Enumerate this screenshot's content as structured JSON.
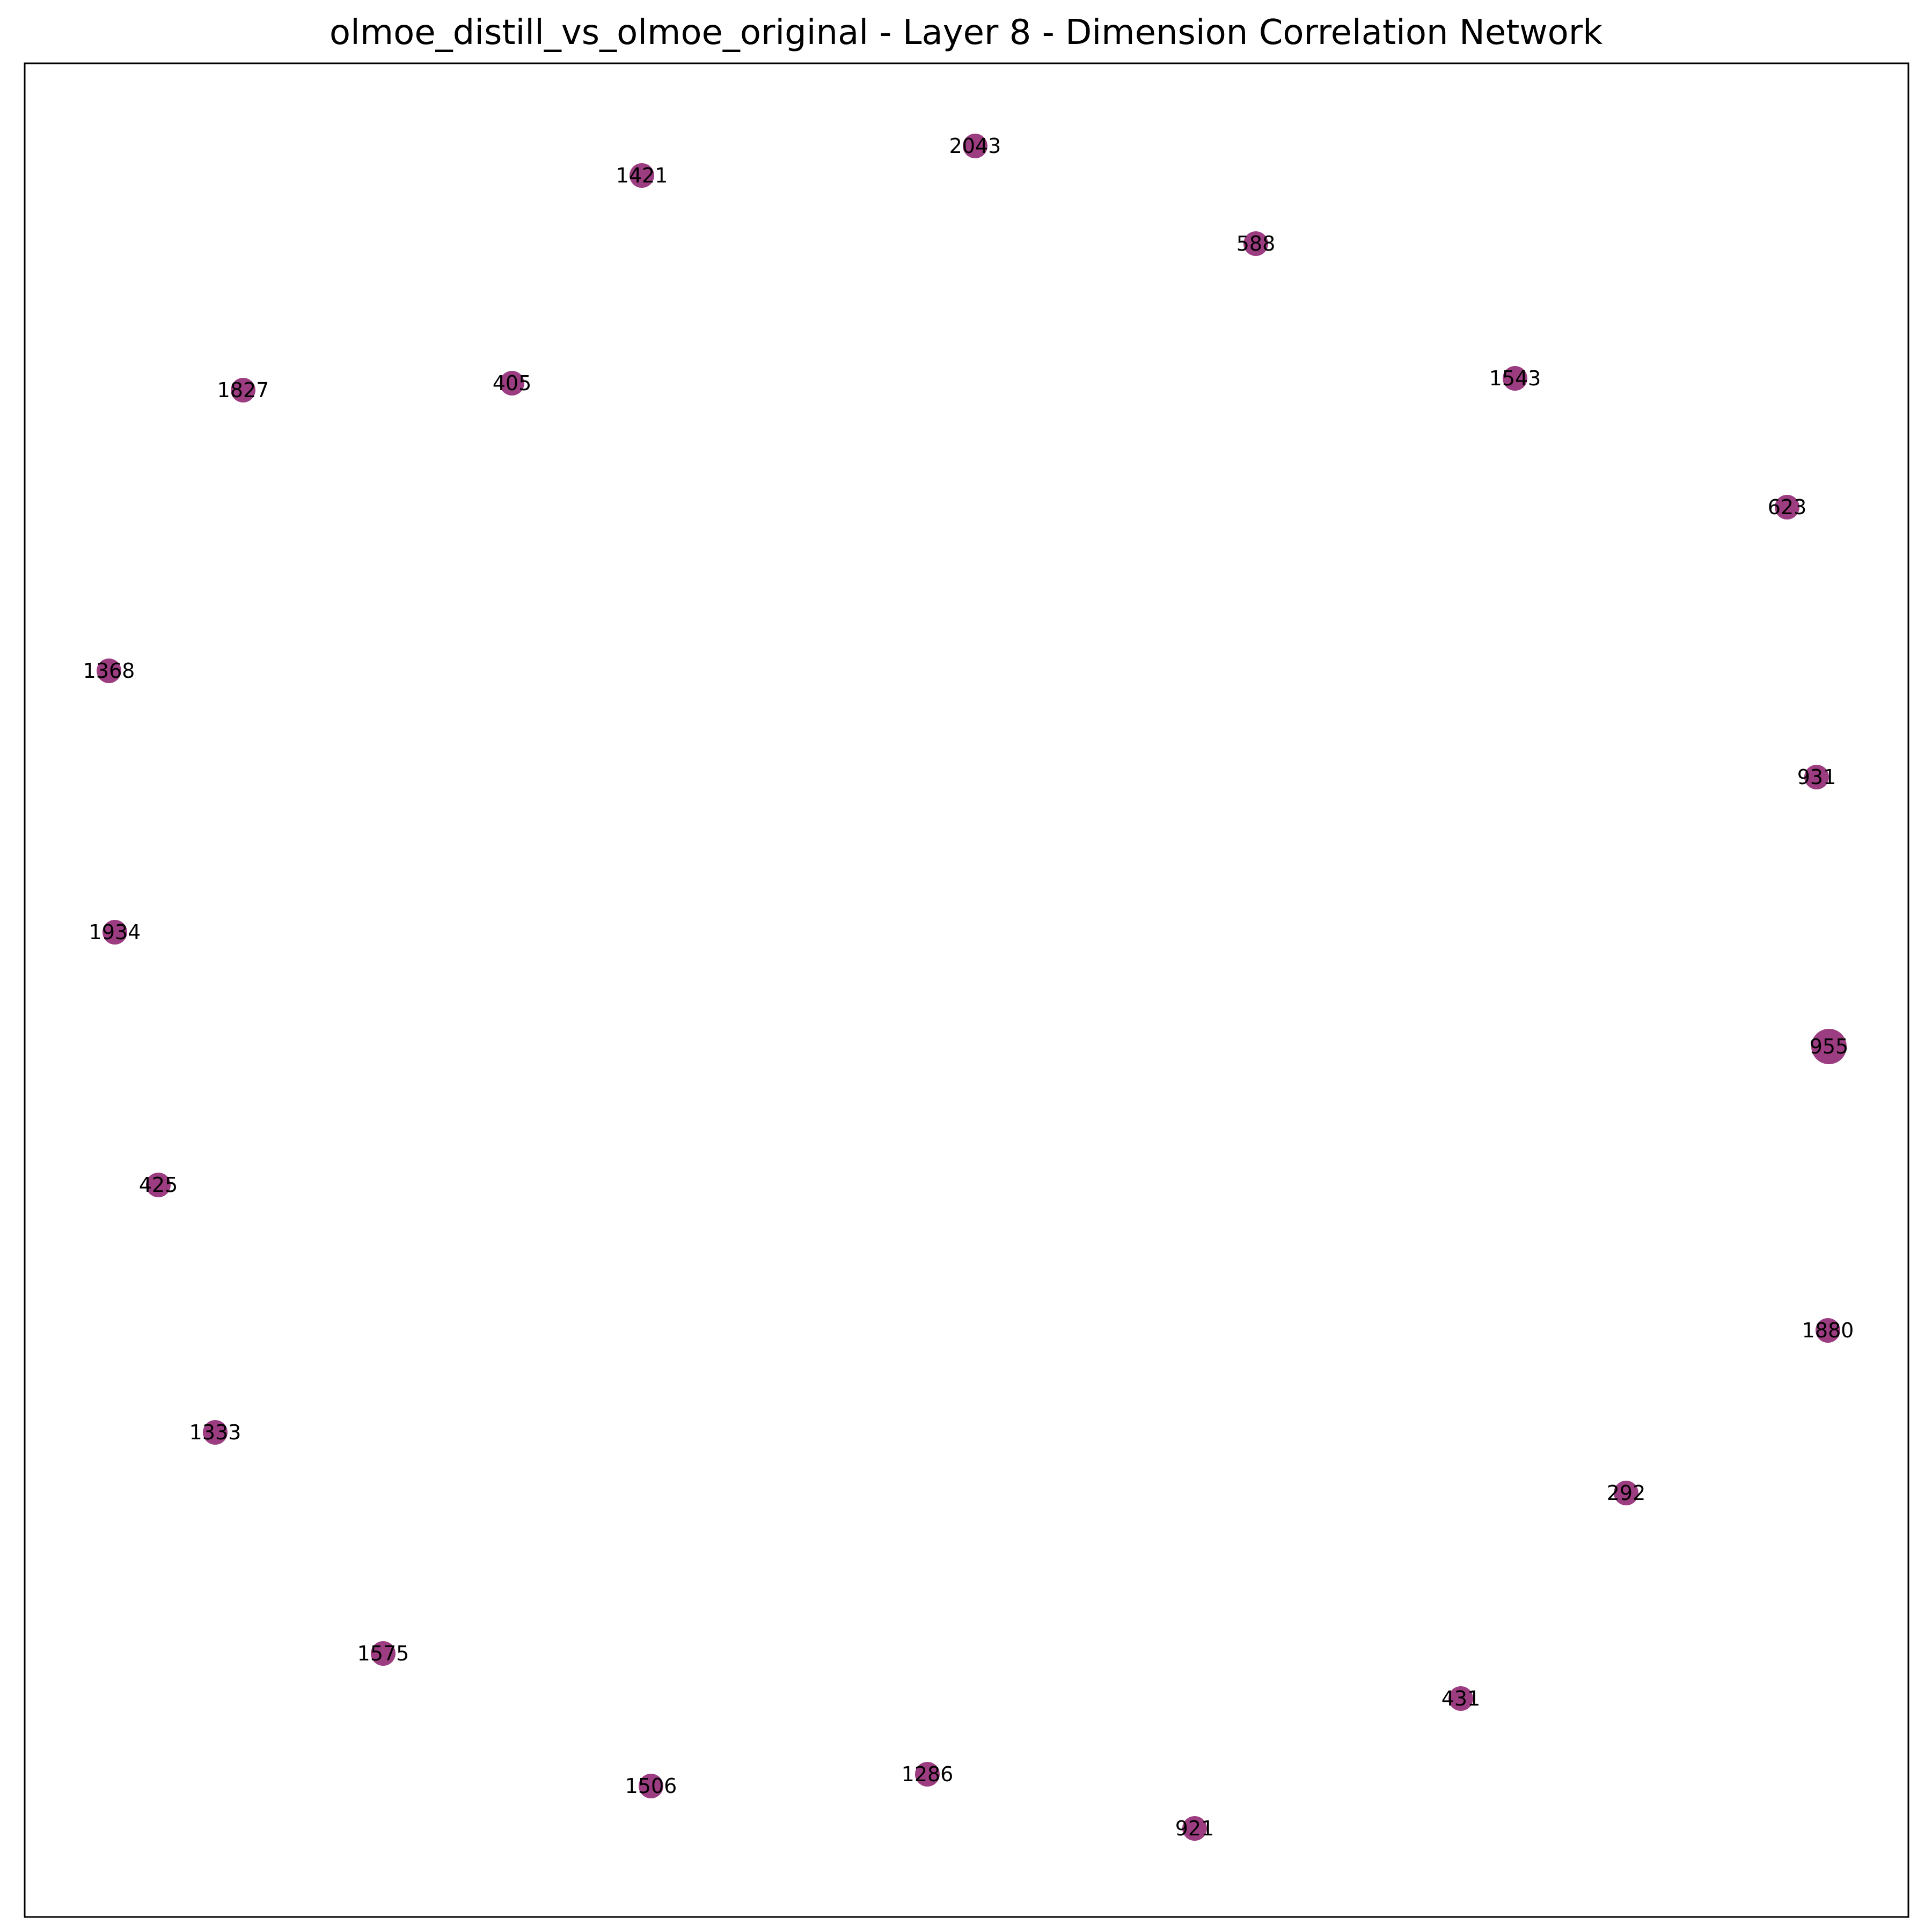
{
  "title": "olmoe_distill_vs_olmoe_original - Layer 8 - Dimension Correlation Network",
  "node_color": "#8b1a6b",
  "chart_data": {
    "type": "network",
    "title": "olmoe_distill_vs_olmoe_original - Layer 8 - Dimension Correlation Network",
    "edges": [],
    "nodes": [
      {
        "id": "2043",
        "size": "small"
      },
      {
        "id": "1421",
        "size": "small"
      },
      {
        "id": "588",
        "size": "small"
      },
      {
        "id": "1827",
        "size": "small"
      },
      {
        "id": "405",
        "size": "small"
      },
      {
        "id": "1543",
        "size": "small"
      },
      {
        "id": "623",
        "size": "small"
      },
      {
        "id": "1368",
        "size": "small"
      },
      {
        "id": "931",
        "size": "small"
      },
      {
        "id": "1934",
        "size": "small"
      },
      {
        "id": "955",
        "size": "large"
      },
      {
        "id": "425",
        "size": "small"
      },
      {
        "id": "1880",
        "size": "small"
      },
      {
        "id": "1333",
        "size": "small"
      },
      {
        "id": "292",
        "size": "small"
      },
      {
        "id": "1575",
        "size": "small"
      },
      {
        "id": "431",
        "size": "small"
      },
      {
        "id": "1506",
        "size": "small"
      },
      {
        "id": "1286",
        "size": "small"
      },
      {
        "id": "921",
        "size": "small"
      }
    ]
  }
}
